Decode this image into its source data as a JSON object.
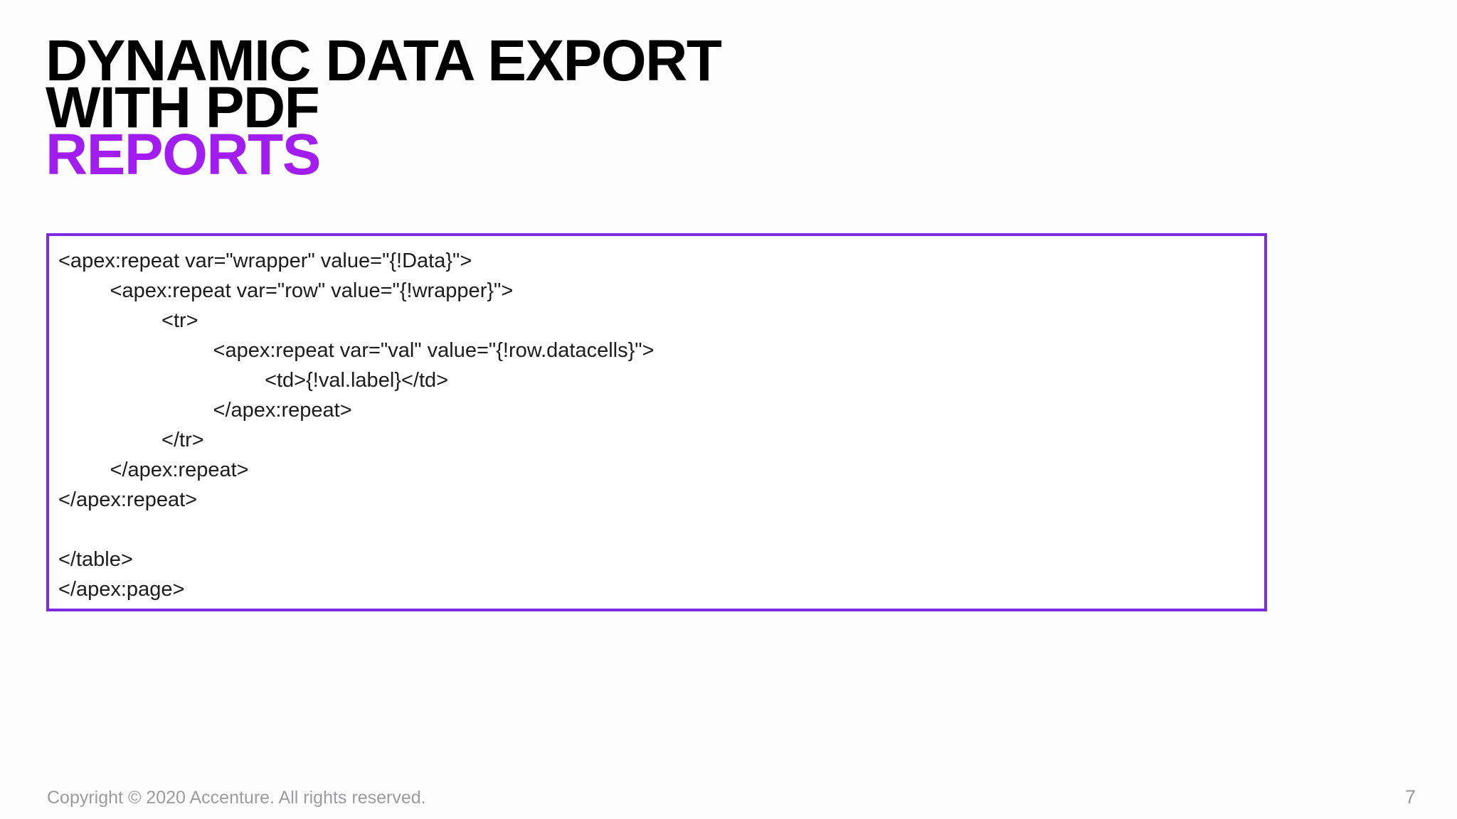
{
  "slide": {
    "title": {
      "line1": "DYNAMIC DATA EXPORT",
      "line2": "WITH PDF",
      "line3": "REPORTS"
    },
    "colors": {
      "title_text": "#000000",
      "accent_purple": "#A21EF0",
      "box_border_purple": "#7D2AE0",
      "code_text": "#1C1C1E",
      "footer_gray": "#9B9BA0",
      "background": "#FDFDFD"
    },
    "code_box": {
      "code": "<apex:repeat var=\"wrapper\" value=\"{!Data}\">\n\t<apex:repeat var=\"row\" value=\"{!wrapper}\">\n\t\t<tr>\n\t\t\t<apex:repeat var=\"val\" value=\"{!row.datacells}\">\n\t\t\t\t<td>{!val.label}</td>\n\t\t\t</apex:repeat>\n\t\t</tr>\n\t</apex:repeat>\n</apex:repeat>\n\n</table>\n</apex:page>"
    },
    "footer": {
      "copyright": "Copyright © 2020 Accenture. All rights reserved.",
      "page_number": "7"
    }
  }
}
